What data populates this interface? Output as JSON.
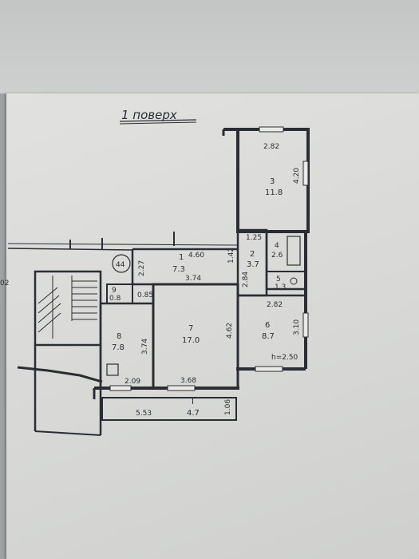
{
  "title": "1 поверх",
  "side_mark": "02",
  "entrance_mark": "44",
  "rooms": [
    {
      "id": "r1",
      "number": "1",
      "area": "7.3"
    },
    {
      "id": "r2",
      "number": "2",
      "area": "3.7"
    },
    {
      "id": "r3",
      "number": "3",
      "area": "11.8"
    },
    {
      "id": "r4",
      "number": "4",
      "area": "2.6"
    },
    {
      "id": "r5",
      "number": "5",
      "area": "1.3"
    },
    {
      "id": "r6",
      "number": "6",
      "area": "8.7"
    },
    {
      "id": "r7",
      "number": "7",
      "area": "17.0"
    },
    {
      "id": "r8",
      "number": "8",
      "area": "7.8"
    },
    {
      "id": "r9",
      "number": "9",
      "area": "0.8"
    },
    {
      "id": "rI",
      "number": "I",
      "area": "4.7"
    }
  ],
  "dimensions": {
    "d282_top": "2.82",
    "d420": "4.20",
    "d125": "1.25",
    "d460": "4.60",
    "d142": "1.42",
    "d227": "2.27",
    "d374": "3.74",
    "d284": "2.84",
    "d282_mid": "2.82",
    "d310": "3.10",
    "d085": "0.85",
    "d462": "4.62",
    "d374_v": "3.74",
    "d209": "2.09",
    "d368": "3.68",
    "d106": "1.06",
    "d553": "5.53",
    "height": "h=2.50"
  }
}
